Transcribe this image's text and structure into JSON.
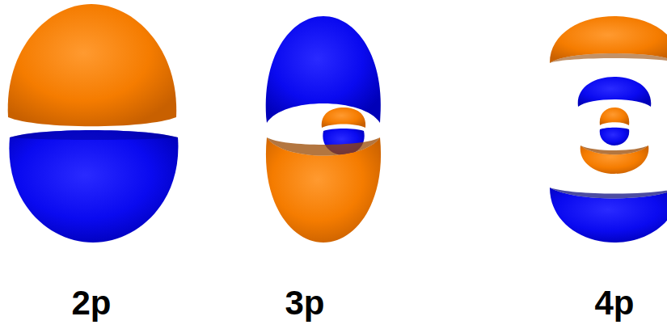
{
  "diagram": {
    "labels": [
      "2p",
      "3p",
      "4p"
    ]
  }
}
